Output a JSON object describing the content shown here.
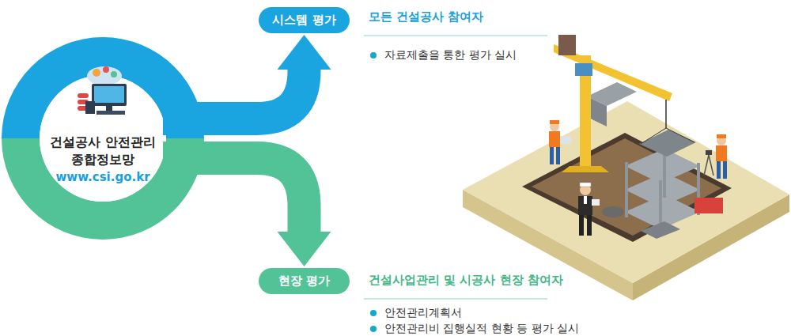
{
  "diagram": {
    "nodes": [
      {
        "text": [
          "건설공사 안전관리 종합정보망",
          "www.csi.go.kr"
        ]
      },
      {
        "text": [
          "시스템 평가"
        ]
      },
      {
        "text": [
          "현장 평가"
        ]
      }
    ],
    "edges": [
      {
        "from": 0,
        "to": 1,
        "arrow": "to"
      },
      {
        "from": 0,
        "to": 2,
        "arrow": "to"
      }
    ],
    "labels": [
      "모든 건설공사 참여자",
      "자료제출을 통한 평가 실시",
      "건설사업관리 및 시공사 현장 참여자",
      "안전관리계획서",
      "안전관리비 집행실적 현황 등 평가 실시"
    ]
  }
}
